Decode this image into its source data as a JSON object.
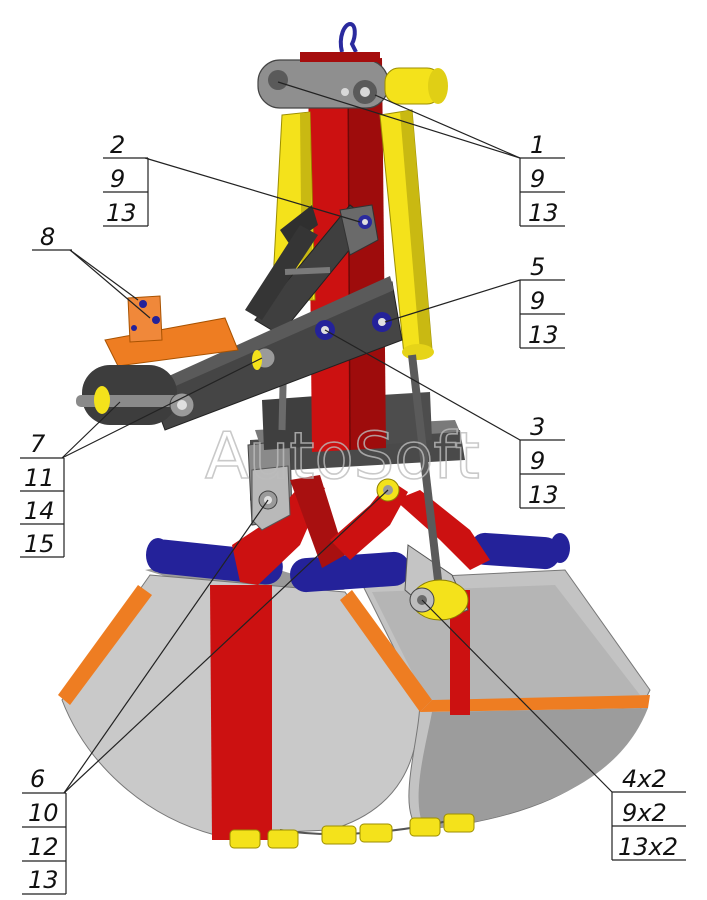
{
  "watermark": "AutoSoft",
  "colors": {
    "red": "#cc1111",
    "dark_red": "#8e0a0a",
    "yellow": "#f4e21b",
    "dark_gray": "#3f3f3f",
    "mid_gray": "#8d8d8d",
    "light_gray": "#c6c6c6",
    "orange": "#ee7d22",
    "navy": "#24229a"
  },
  "callouts": [
    {
      "id": "c1",
      "lines": [
        "1",
        "9",
        "13"
      ]
    },
    {
      "id": "c2",
      "lines": [
        "2",
        "9",
        "13"
      ]
    },
    {
      "id": "c8",
      "lines": [
        "8"
      ]
    },
    {
      "id": "c5",
      "lines": [
        "5",
        "9",
        "13"
      ]
    },
    {
      "id": "c7",
      "lines": [
        "7",
        "11",
        "14",
        "15"
      ]
    },
    {
      "id": "c3",
      "lines": [
        "3",
        "9",
        "13"
      ]
    },
    {
      "id": "c6",
      "lines": [
        "6",
        "10",
        "12",
        "13"
      ]
    },
    {
      "id": "c4",
      "lines": [
        "4x2",
        "9x2",
        "13x2"
      ]
    }
  ]
}
